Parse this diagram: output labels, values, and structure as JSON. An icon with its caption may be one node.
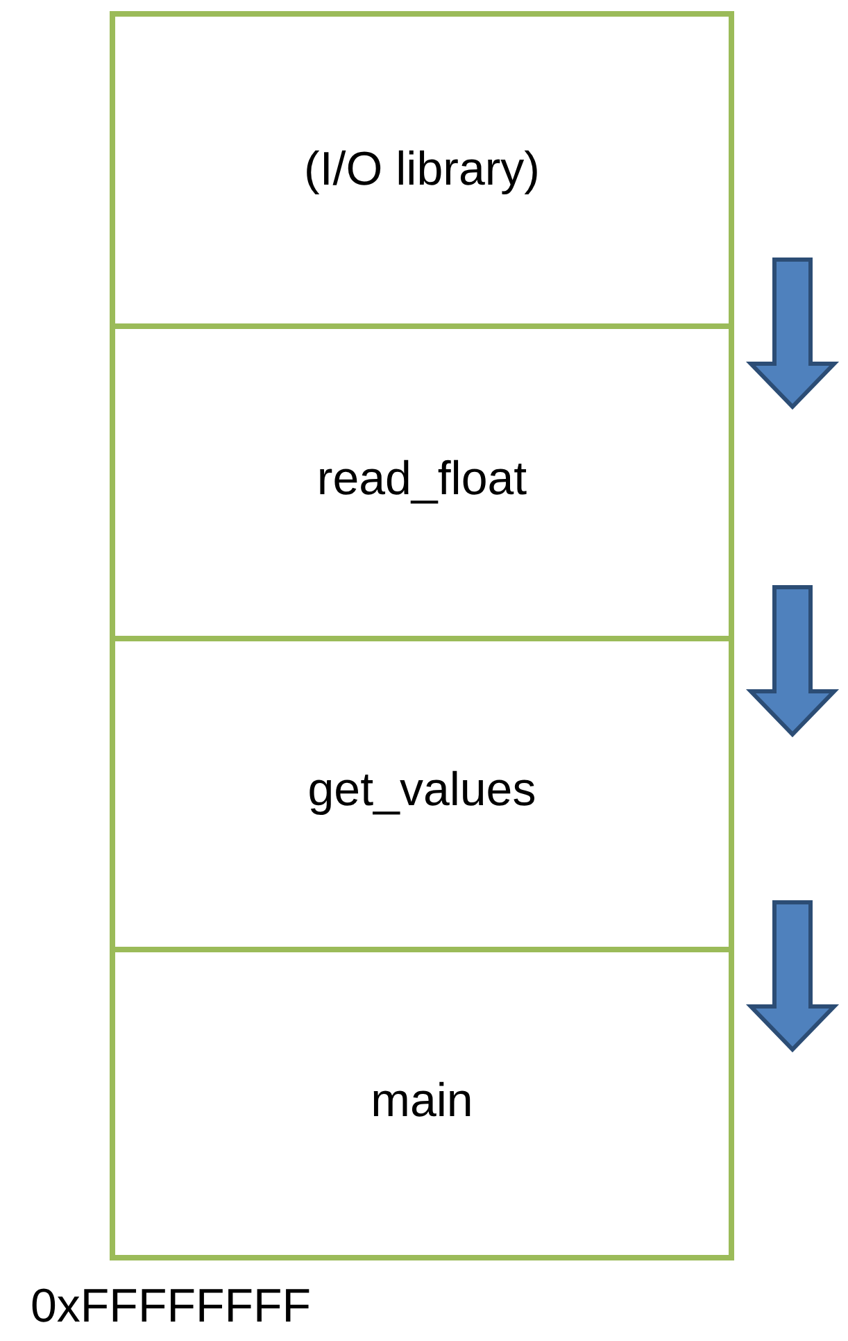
{
  "diagram": {
    "nodes": [
      {
        "text": [
          "(I/O library)"
        ]
      },
      {
        "text": [
          "read_float"
        ]
      },
      {
        "text": [
          "get_values"
        ]
      },
      {
        "text": [
          "main"
        ]
      }
    ],
    "labels": [
      "0xFFFFFFFF"
    ]
  }
}
